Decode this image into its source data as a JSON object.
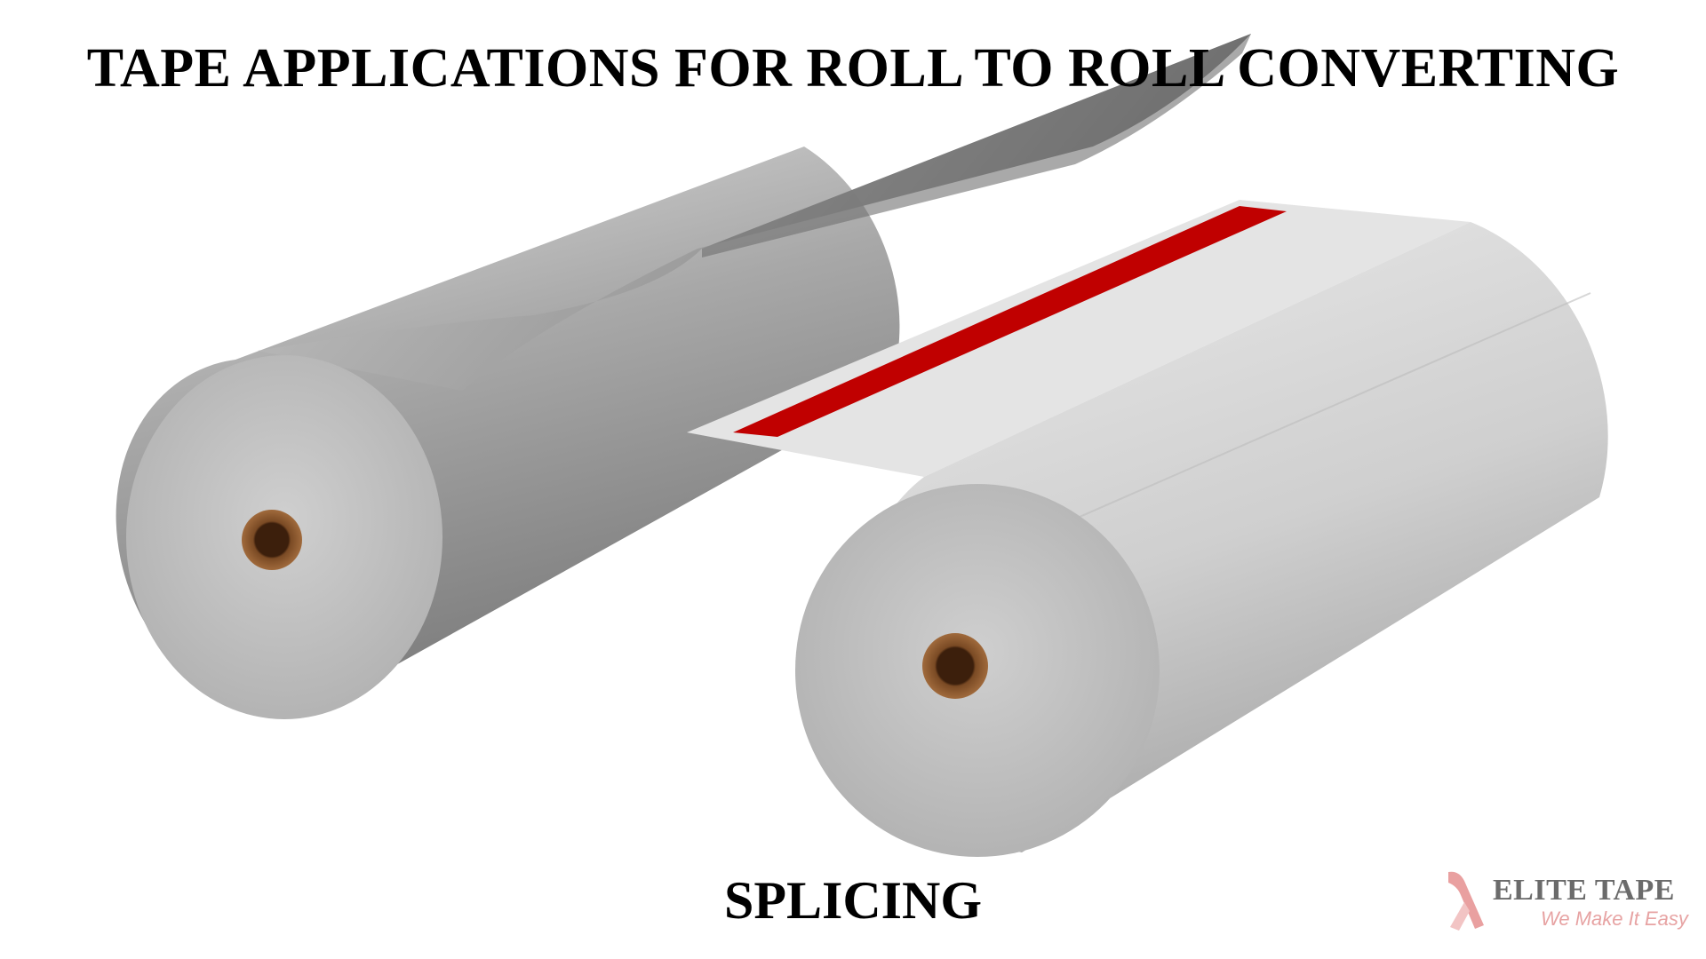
{
  "title": "TAPE APPLICATIONS FOR ROLL TO ROLL CONVERTING",
  "caption": "SPLICING",
  "illustration": {
    "rolls": [
      "left-paper-roll",
      "right-paper-roll"
    ],
    "tape_color": "#c00000",
    "paper_color": "#d3d3d3",
    "core_color": "#8b5a2b"
  },
  "logo": {
    "name": "ELITE TAPE",
    "tagline": "We Make It Easy",
    "brand_color": "#e9a0a0"
  }
}
